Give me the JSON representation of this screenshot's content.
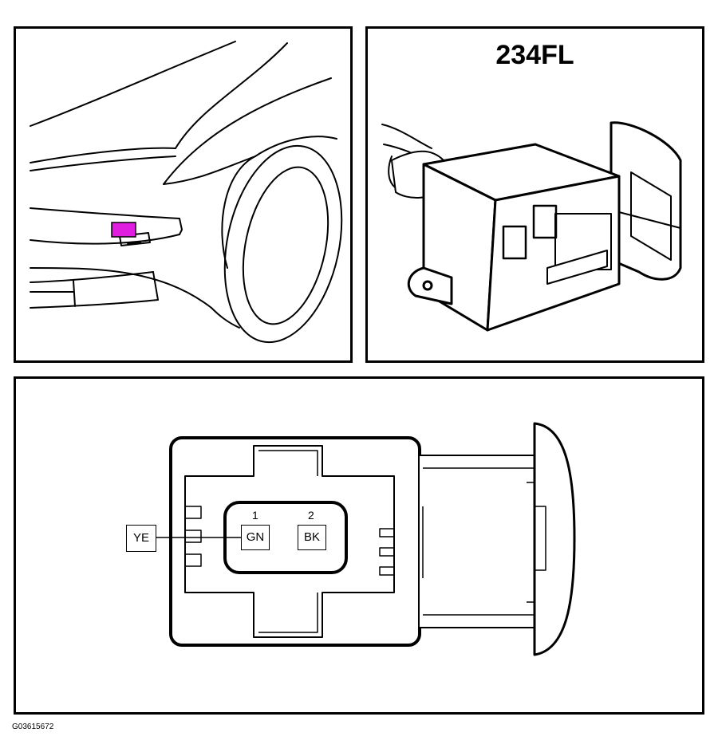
{
  "connector": {
    "id": "234FL",
    "highlight_color": "#e01ee0"
  },
  "pinout": {
    "pins": [
      {
        "number": "1",
        "wire_color": "GN"
      },
      {
        "number": "2",
        "wire_color": "BK"
      }
    ],
    "splice_wire_color": "YE"
  },
  "figure_code": "G03615672"
}
